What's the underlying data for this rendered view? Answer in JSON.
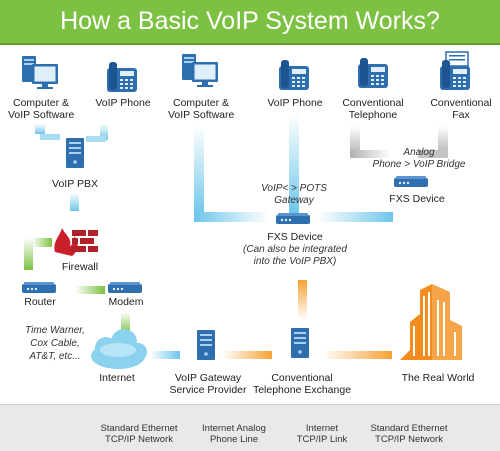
{
  "title": "How a Basic VoIP System Works?",
  "labels": {
    "computer1": "Computer &\nVoIP Software",
    "voip_phone1": "VoIP Phone",
    "computer2": "Computer &\nVoIP Software",
    "voip_phone2": "VoIP Phone",
    "conv_telephone": "Conventional\nTelephone",
    "conv_fax": "Conventional\nFax",
    "voip_pbx": "VoIP PBX",
    "firewall": "Firewall",
    "router": "Router",
    "modem": "Modem",
    "internet": "Internet",
    "isp_list": "Time Warner,\nCox Cable,\nAT&T, etc...",
    "voip_gateway_sp": "VoIP Gateway\nService Provider",
    "conv_exchange": "Conventional\nTelephone Exchange",
    "real_world": "The Real World",
    "gateway_note": "VoIP< > POTS\nGateway",
    "fxs_center": "FXS Device",
    "fxs_center_note": "(Can also be integrated\ninto the VoIP PBX)",
    "bridge_note": "Analog\nPhone > VoIP Bridge",
    "fxs_right": "FXS Device"
  },
  "legend": [
    {
      "label": "Standard Ethernet\nTCP/IP Network",
      "color": "#7fcdea"
    },
    {
      "label": "Internet Analog\nPhone Line",
      "color": "#b5b5b5"
    },
    {
      "label": "Internet\nTCP/IP Link",
      "color": "#7cc142"
    },
    {
      "label": "Standard Ethernet\nTCP/IP Network",
      "color": "#f7a234"
    }
  ],
  "colors": {
    "header": "#7cc142",
    "device_blue": "#2f6fb0",
    "firewall_red": "#b0202a",
    "building_orange": "#f28c1e"
  }
}
